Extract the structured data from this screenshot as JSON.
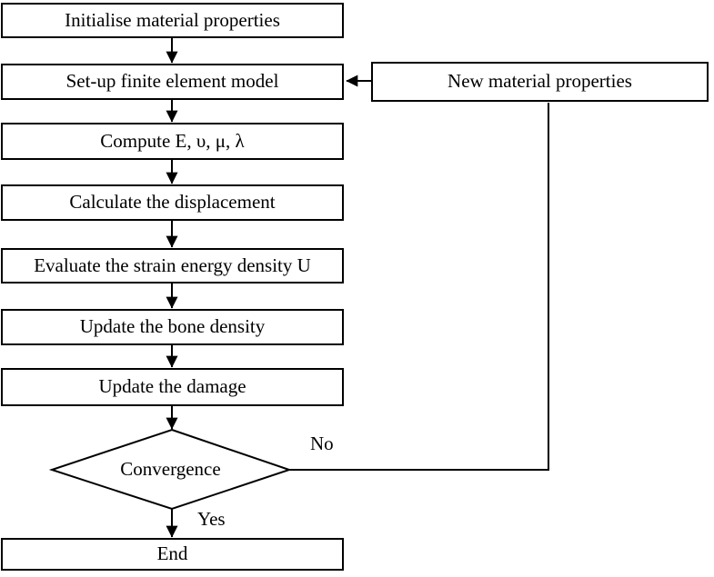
{
  "diagram": {
    "nodes": {
      "init": {
        "label": "Initialise material properties"
      },
      "setup": {
        "label": "Set-up finite element model"
      },
      "compute": {
        "label": "Compute E, υ, μ, λ"
      },
      "displacement": {
        "label": "Calculate the displacement"
      },
      "strain_energy": {
        "label": "Evaluate the strain energy density U"
      },
      "bone_density": {
        "label": "Update the bone density"
      },
      "damage": {
        "label": "Update the damage"
      },
      "convergence": {
        "label": "Convergence"
      },
      "end": {
        "label": "End"
      },
      "new_material": {
        "label": "New material properties"
      }
    },
    "edge_labels": {
      "no": "No",
      "yes": "Yes"
    },
    "colors": {
      "line": "#000000",
      "node_fill": "#ffffff",
      "text": "#000000",
      "background": "#ffffff"
    }
  }
}
